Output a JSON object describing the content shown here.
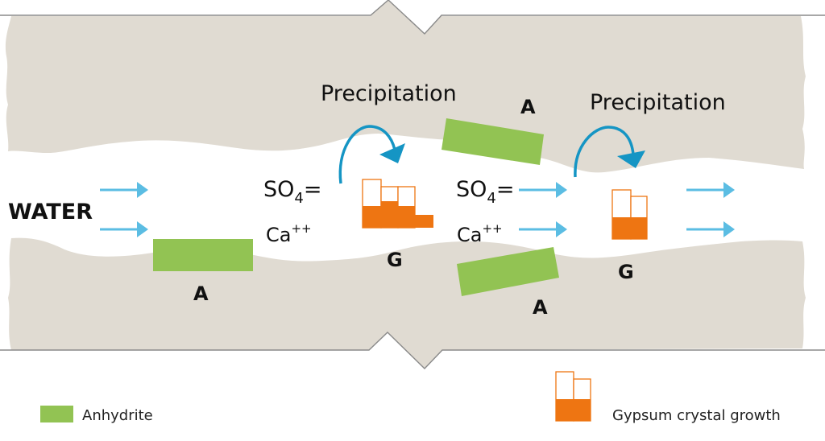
{
  "diagram": {
    "colors": {
      "rock": "#e0dbd2",
      "rock_edge": "#8a8a8a",
      "anhydrite": "#92c353",
      "gypsum": "#ee7512",
      "flow_arrow": "#5bbde3",
      "precip_arrow": "#1595c4",
      "text": "#111111"
    },
    "labels": {
      "water": "WATER",
      "precipitation_1": "Precipitation",
      "precipitation_2": "Precipitation",
      "sulfate_1": {
        "main": "SO",
        "sub": "4",
        "suffix": "="
      },
      "sulfate_2": {
        "main": "SO",
        "sub": "4",
        "suffix": "="
      },
      "calcium_1": {
        "main": "Ca",
        "sup": "++"
      },
      "calcium_2": {
        "main": "Ca",
        "sup": "++"
      },
      "anhydrite_1": "A",
      "anhydrite_2": "A",
      "anhydrite_3": "A",
      "gypsum_1": "G",
      "gypsum_2": "G"
    },
    "legend": [
      {
        "id": "anhydrite",
        "label": "Anhydrite",
        "icon": "anhydrite-swatch"
      },
      {
        "id": "gypsum",
        "label": "Gypsum crystal growth",
        "icon": "gypsum-crystal-swatch"
      }
    ]
  }
}
